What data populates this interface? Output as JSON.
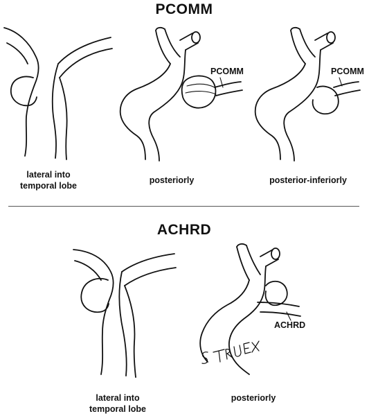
{
  "sections": {
    "pcomm": {
      "heading": "PCOMM",
      "panels": [
        {
          "caption": "lateral into\ntemporal lobe"
        },
        {
          "caption": "posteriorly",
          "vessel_label": "PCOMM"
        },
        {
          "caption": "posterior-inferiorly",
          "vessel_label": "PCOMM"
        }
      ]
    },
    "achrd": {
      "heading": "ACHRD",
      "panels": [
        {
          "caption": "lateral into\ntemporal lobe"
        },
        {
          "caption": "posteriorly",
          "vessel_label": "ACHRD"
        }
      ]
    }
  },
  "signature": "S TRUEX"
}
